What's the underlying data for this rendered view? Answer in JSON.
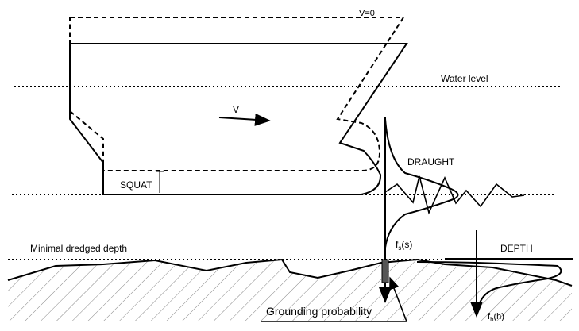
{
  "labels": {
    "v_zero": "V=0",
    "water_level": "Water level",
    "velocity": "V",
    "draught": "DRAUGHT",
    "squat": "SQUAT",
    "minimal_dredged_depth": "Minimal dredged depth",
    "fs_main": "f",
    "fs_sub": "s",
    "fs_arg": "(s)",
    "depth": "DEPTH",
    "grounding_probability": "Grounding probability",
    "fh_main": "f",
    "fh_sub": "h",
    "fh_arg": "(h)"
  }
}
